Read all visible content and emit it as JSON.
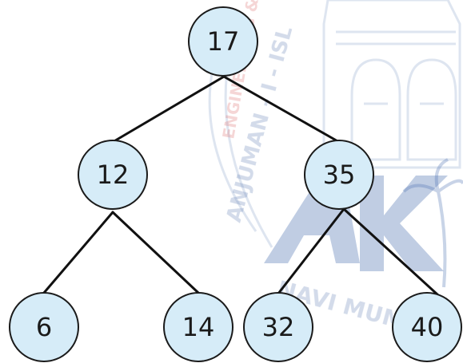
{
  "colors": {
    "node_fill": "#d6ecf8",
    "node_stroke": "#1a1a1a",
    "edge": "#111111",
    "watermark": "#8aa4cc"
  },
  "tree": {
    "root": {
      "label": "17",
      "left": {
        "label": "12",
        "left": {
          "label": "6"
        },
        "right": {
          "label": "14"
        }
      },
      "right": {
        "label": "35",
        "left": {
          "label": "32"
        },
        "right": {
          "label": "40"
        }
      }
    }
  },
  "watermark": {
    "logo_text": "ANJUMAN-I-ISLAM ENGINEERING & NAVI MUMBAI AK",
    "icons": [
      "college-building-icon",
      "ak-logo-icon",
      "palm-tree-icon"
    ]
  }
}
